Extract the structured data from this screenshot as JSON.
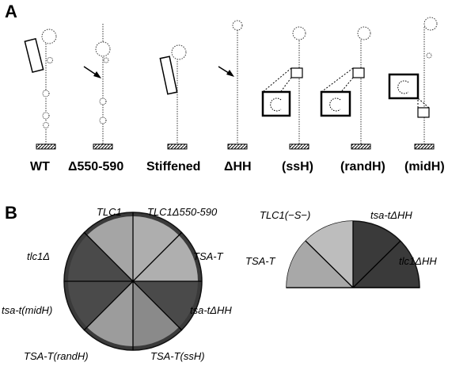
{
  "figure": {
    "panel_a": {
      "letter": "A",
      "constructs": [
        "WT",
        "Δ550-590",
        "Stiffened",
        "ΔHH",
        "(ssH)",
        "(randH)",
        "(midH)"
      ]
    },
    "panel_b": {
      "letter": "B",
      "plate1_labels": [
        "TLC1",
        "TLC1Δ550-590",
        "tlc1Δ",
        "TSA-T",
        "tsa-t(midH)",
        "tsa-tΔHH",
        "TSA-T(randH)",
        "TSA-T(ssH)"
      ],
      "plate2_labels": [
        "TLC1(−S−)",
        "tsa-tΔHH",
        "TSA-T",
        "tlc1ΔHH"
      ]
    }
  }
}
